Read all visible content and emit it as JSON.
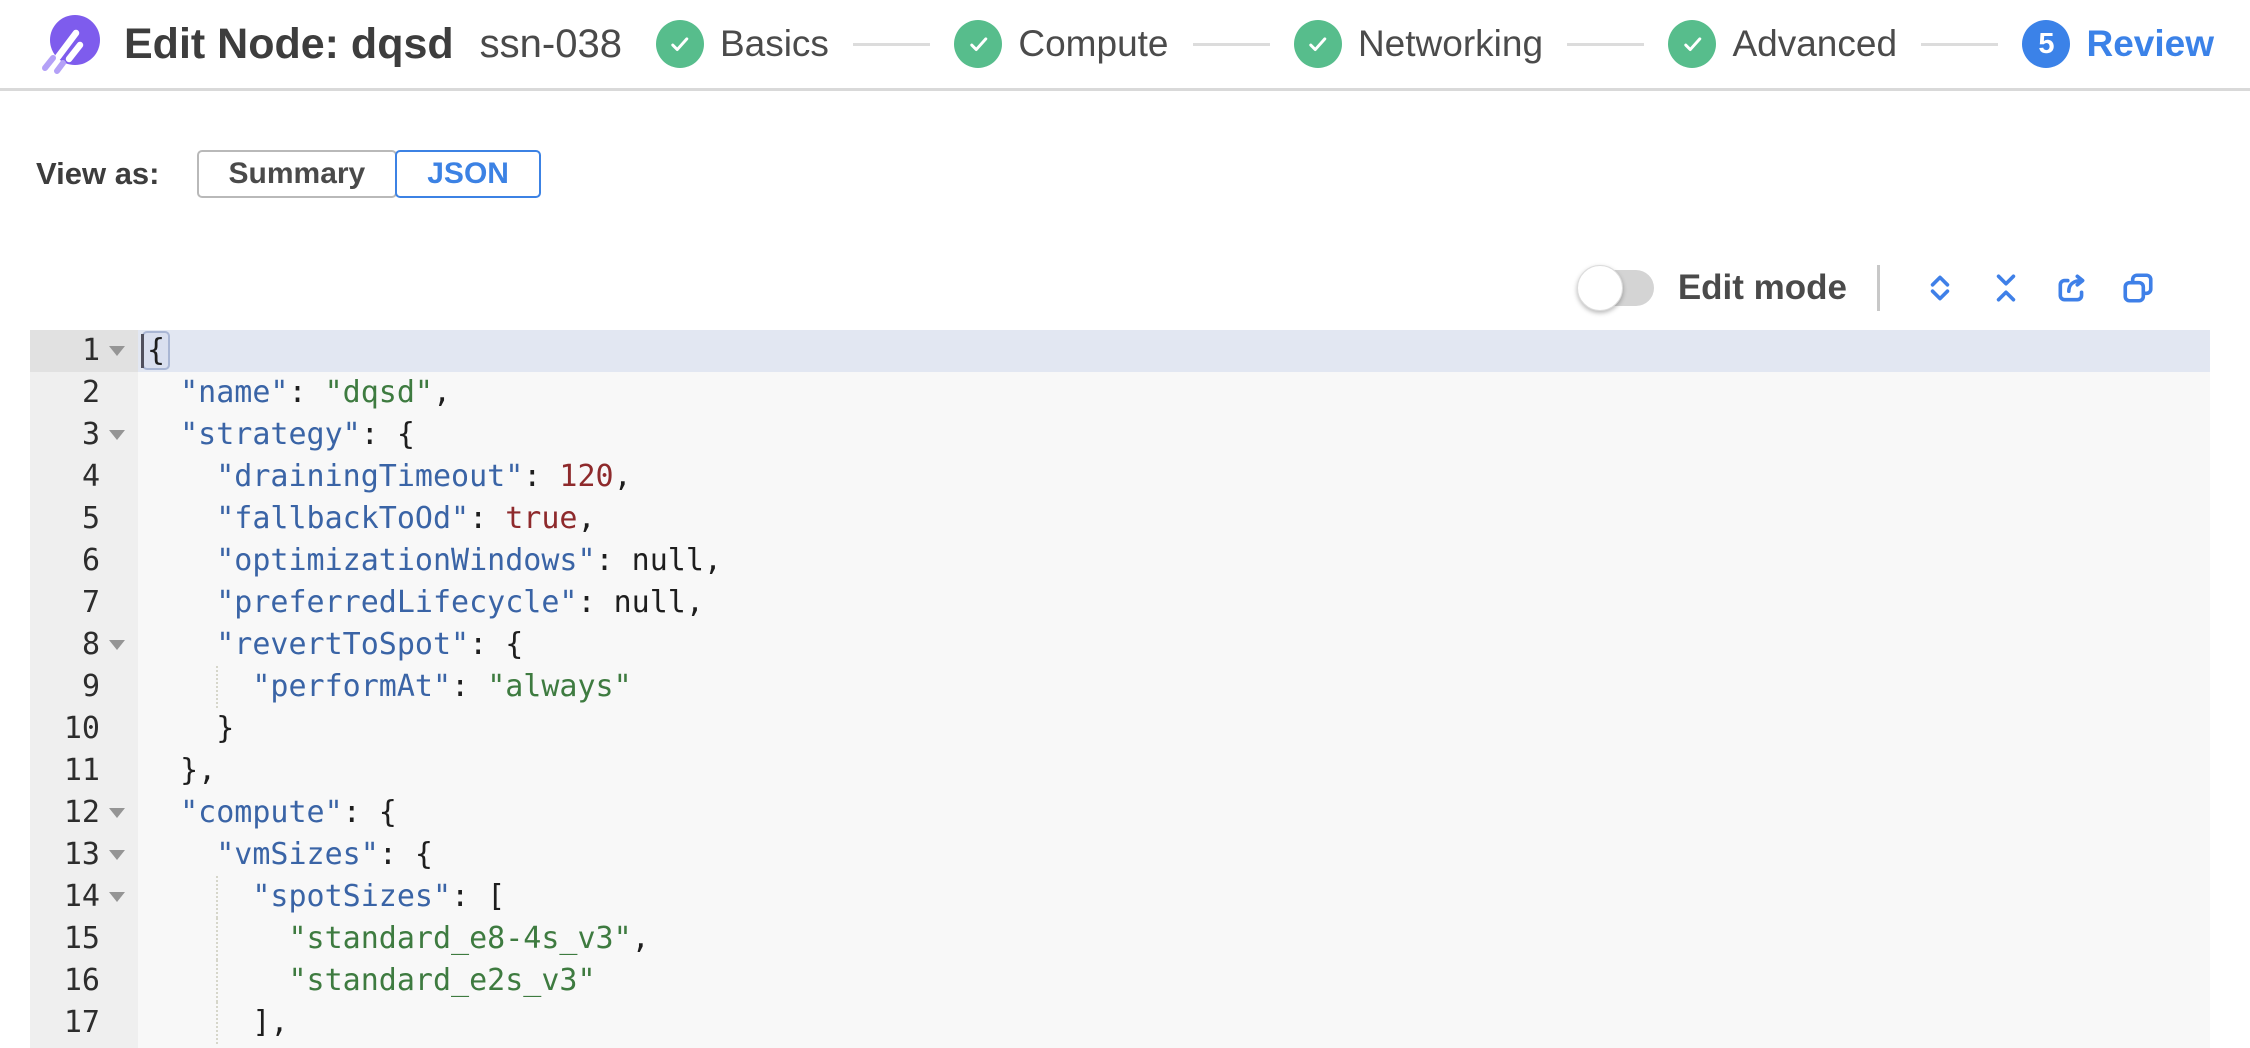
{
  "colors": {
    "accent_blue": "#3b82e8",
    "step_done_green": "#57bd8c",
    "logo_purple": "#7e5ced",
    "editor_background": "#f8f8f8",
    "gutter_background": "#efefef",
    "active_line_background": "#e2e7f2",
    "key_color": "#3a64a6",
    "string_color": "#3e7b40",
    "number_color": "#8e2a2c",
    "header_border": "#d9d9d9"
  },
  "header": {
    "title": "Edit Node: dqsd",
    "subtitle": "ssn-038",
    "steps": [
      {
        "label": "Basics",
        "status": "completed"
      },
      {
        "label": "Compute",
        "status": "completed"
      },
      {
        "label": "Networking",
        "status": "completed"
      },
      {
        "label": "Advanced",
        "status": "completed"
      },
      {
        "label": "Review",
        "status": "current",
        "step_number": "5"
      }
    ]
  },
  "view_as": {
    "label": "View as:",
    "options": [
      {
        "label": "Summary",
        "selected": false
      },
      {
        "label": "JSON",
        "selected": true
      }
    ]
  },
  "toolbar": {
    "edit_mode_label": "Edit mode",
    "edit_mode_on": false,
    "icons": [
      "expand-all",
      "collapse-all",
      "export",
      "copy"
    ]
  },
  "editor": {
    "active_line": 1,
    "lines": [
      {
        "n": 1,
        "fold": true,
        "cursor": true,
        "tokens": [
          [
            "bracket",
            "{"
          ]
        ]
      },
      {
        "n": 2,
        "fold": false,
        "tokens": [
          [
            "p",
            "  "
          ],
          [
            "k",
            "\"name\""
          ],
          [
            "p",
            ": "
          ],
          [
            "s",
            "\"dqsd\""
          ],
          [
            "p",
            ","
          ]
        ]
      },
      {
        "n": 3,
        "fold": true,
        "tokens": [
          [
            "p",
            "  "
          ],
          [
            "k",
            "\"strategy\""
          ],
          [
            "p",
            ": {"
          ]
        ]
      },
      {
        "n": 4,
        "fold": false,
        "tokens": [
          [
            "p",
            "    "
          ],
          [
            "k",
            "\"drainingTimeout\""
          ],
          [
            "p",
            ": "
          ],
          [
            "n",
            "120"
          ],
          [
            "p",
            ","
          ]
        ]
      },
      {
        "n": 5,
        "fold": false,
        "tokens": [
          [
            "p",
            "    "
          ],
          [
            "k",
            "\"fallbackToOd\""
          ],
          [
            "p",
            ": "
          ],
          [
            "b",
            "true"
          ],
          [
            "p",
            ","
          ]
        ]
      },
      {
        "n": 6,
        "fold": false,
        "tokens": [
          [
            "p",
            "    "
          ],
          [
            "k",
            "\"optimizationWindows\""
          ],
          [
            "p",
            ": "
          ],
          [
            "u",
            "null"
          ],
          [
            "p",
            ","
          ]
        ]
      },
      {
        "n": 7,
        "fold": false,
        "tokens": [
          [
            "p",
            "    "
          ],
          [
            "k",
            "\"preferredLifecycle\""
          ],
          [
            "p",
            ": "
          ],
          [
            "u",
            "null"
          ],
          [
            "p",
            ","
          ]
        ]
      },
      {
        "n": 8,
        "fold": true,
        "tokens": [
          [
            "p",
            "    "
          ],
          [
            "k",
            "\"revertToSpot\""
          ],
          [
            "p",
            ": {"
          ]
        ]
      },
      {
        "n": 9,
        "fold": false,
        "guides": [
          4
        ],
        "tokens": [
          [
            "p",
            "      "
          ],
          [
            "k",
            "\"performAt\""
          ],
          [
            "p",
            ": "
          ],
          [
            "s",
            "\"always\""
          ]
        ]
      },
      {
        "n": 10,
        "fold": false,
        "tokens": [
          [
            "p",
            "    }"
          ]
        ]
      },
      {
        "n": 11,
        "fold": false,
        "tokens": [
          [
            "p",
            "  },"
          ]
        ]
      },
      {
        "n": 12,
        "fold": true,
        "tokens": [
          [
            "p",
            "  "
          ],
          [
            "k",
            "\"compute\""
          ],
          [
            "p",
            ": {"
          ]
        ]
      },
      {
        "n": 13,
        "fold": true,
        "tokens": [
          [
            "p",
            "    "
          ],
          [
            "k",
            "\"vmSizes\""
          ],
          [
            "p",
            ": {"
          ]
        ]
      },
      {
        "n": 14,
        "fold": true,
        "guides": [
          4
        ],
        "tokens": [
          [
            "p",
            "      "
          ],
          [
            "k",
            "\"spotSizes\""
          ],
          [
            "p",
            ": ["
          ]
        ]
      },
      {
        "n": 15,
        "fold": false,
        "guides": [
          4
        ],
        "tokens": [
          [
            "p",
            "        "
          ],
          [
            "s",
            "\"standard_e8-4s_v3\""
          ],
          [
            "p",
            ","
          ]
        ]
      },
      {
        "n": 16,
        "fold": false,
        "guides": [
          4
        ],
        "tokens": [
          [
            "p",
            "        "
          ],
          [
            "s",
            "\"standard_e2s_v3\""
          ]
        ]
      },
      {
        "n": 17,
        "fold": false,
        "guides": [
          4
        ],
        "tokens": [
          [
            "p",
            "      ],"
          ]
        ]
      }
    ]
  }
}
